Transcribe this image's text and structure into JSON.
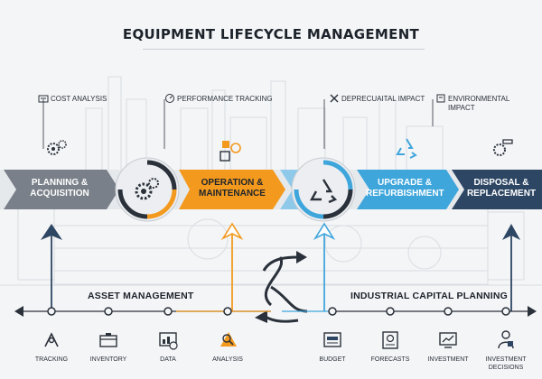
{
  "title": "EQUIPMENT LIFECYCLE MANAGEMENT",
  "annotations": [
    {
      "label": "COST ANALYSIS",
      "icon": "cost-analysis-icon"
    },
    {
      "label": "PERFORMANCE TRACKING",
      "icon": "performance-tracking-icon"
    },
    {
      "label": "DEPRECUAITAL IMPACT",
      "icon": "depreciation-icon"
    },
    {
      "label": "ENVIRONMENTAL IMPACT",
      "icon": "environmental-icon"
    }
  ],
  "stages": [
    {
      "label": "PLANNING & ACQUISITION",
      "color": "#7a8089"
    },
    {
      "label": "OPERATION & MAINTENANCE",
      "color": "#f39a1e"
    },
    {
      "label": "UPGRADE & REFURBISHMENT",
      "color": "#3fa6dc"
    },
    {
      "label": "DISPOSAL & REPLACEMENT",
      "color": "#2d4663"
    }
  ],
  "sections": {
    "left": "ASSET MANAGEMENT",
    "right": "INDUSTRIAL CAPITAL PLANNING"
  },
  "timeline": [
    {
      "label": "TRACKING",
      "icon": "tracking-icon"
    },
    {
      "label": "INVENTORY",
      "icon": "inventory-icon"
    },
    {
      "label": "DATA",
      "icon": "data-icon"
    },
    {
      "label": "ANALYSIS",
      "icon": "analysis-icon"
    },
    {
      "label": "BUDGET",
      "icon": "budget-icon"
    },
    {
      "label": "FORECASTS",
      "icon": "forecasts-icon"
    },
    {
      "label": "INVESTMENT",
      "icon": "investment-icon"
    },
    {
      "label": "INVESTMENT DECISIONS",
      "icon": "investment-decisions-icon"
    }
  ],
  "colors": {
    "orange": "#f39a1e",
    "blue": "#3fa6dc",
    "navy": "#2d4663",
    "gray": "#7a8089"
  }
}
